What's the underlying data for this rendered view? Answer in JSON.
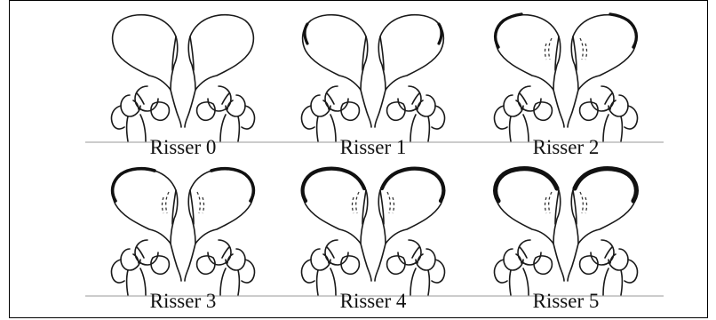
{
  "panels": [
    {
      "label": "Risser 0",
      "stage": 0
    },
    {
      "label": "Risser 1",
      "stage": 1
    },
    {
      "label": "Risser 2",
      "stage": 2
    },
    {
      "label": "Risser 3",
      "stage": 3
    },
    {
      "label": "Risser 4",
      "stage": 4
    },
    {
      "label": "Risser 5",
      "stage": 5
    }
  ]
}
